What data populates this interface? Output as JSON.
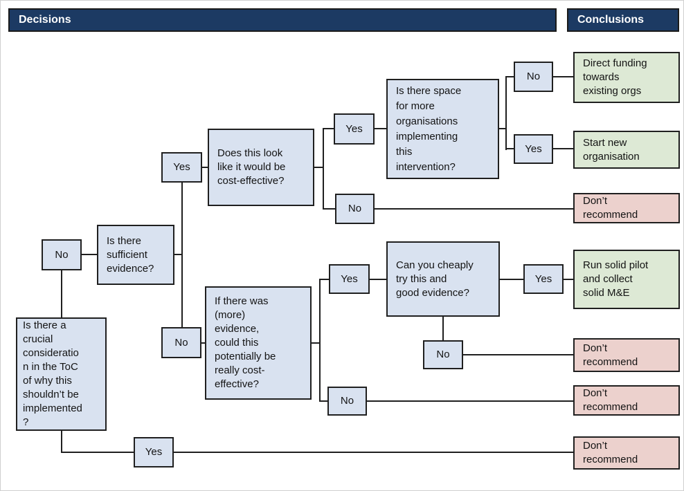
{
  "header": {
    "decisions_label": "Decisions",
    "conclusions_label": "Conclusions"
  },
  "colors": {
    "header_bar": "#1c3a63",
    "decision_fill": "#d9e2f0",
    "positive_conclusion_fill": "#dde9d5",
    "negative_conclusion_fill": "#ecd1cd",
    "line": "#1f1f1f"
  },
  "nodes": {
    "crucial_consideration": "Is there a\ncrucial\nconsideratio\nn in the ToC\nof why this\nshouldn’t be\nimplemented\n?",
    "no_1": "No",
    "sufficient_evidence": "Is there\nsufficient\nevidence?",
    "yes_1": "Yes",
    "cost_effective": "Does this look\nlike it would be\ncost-effective?",
    "yes_2": "Yes",
    "space_for_orgs": "Is there space\nfor more\norganisations\nimplementing\nthis\nintervention?",
    "no_2": "No",
    "direct_funding": "Direct funding\ntowards\nexisting orgs",
    "yes_3": "Yes",
    "start_new_org": "Start new\norganisation",
    "no_3": "No",
    "dont_recommend_1": "Don’t\nrecommend",
    "no_4": "No",
    "more_evidence": "If there was\n(more)\nevidence,\ncould this\npotentially be\nreally cost-\neffective?",
    "yes_4": "Yes",
    "cheaply_try": "Can you cheaply\ntry this and\ngood evidence?",
    "yes_5": "Yes",
    "run_pilot": "Run solid pilot\nand collect\nsolid M&E",
    "no_5": "No",
    "dont_recommend_2": "Don’t\nrecommend",
    "no_6": "No",
    "dont_recommend_3": "Don’t\nrecommend",
    "yes_6": "Yes",
    "dont_recommend_4": "Don’t\nrecommend"
  }
}
